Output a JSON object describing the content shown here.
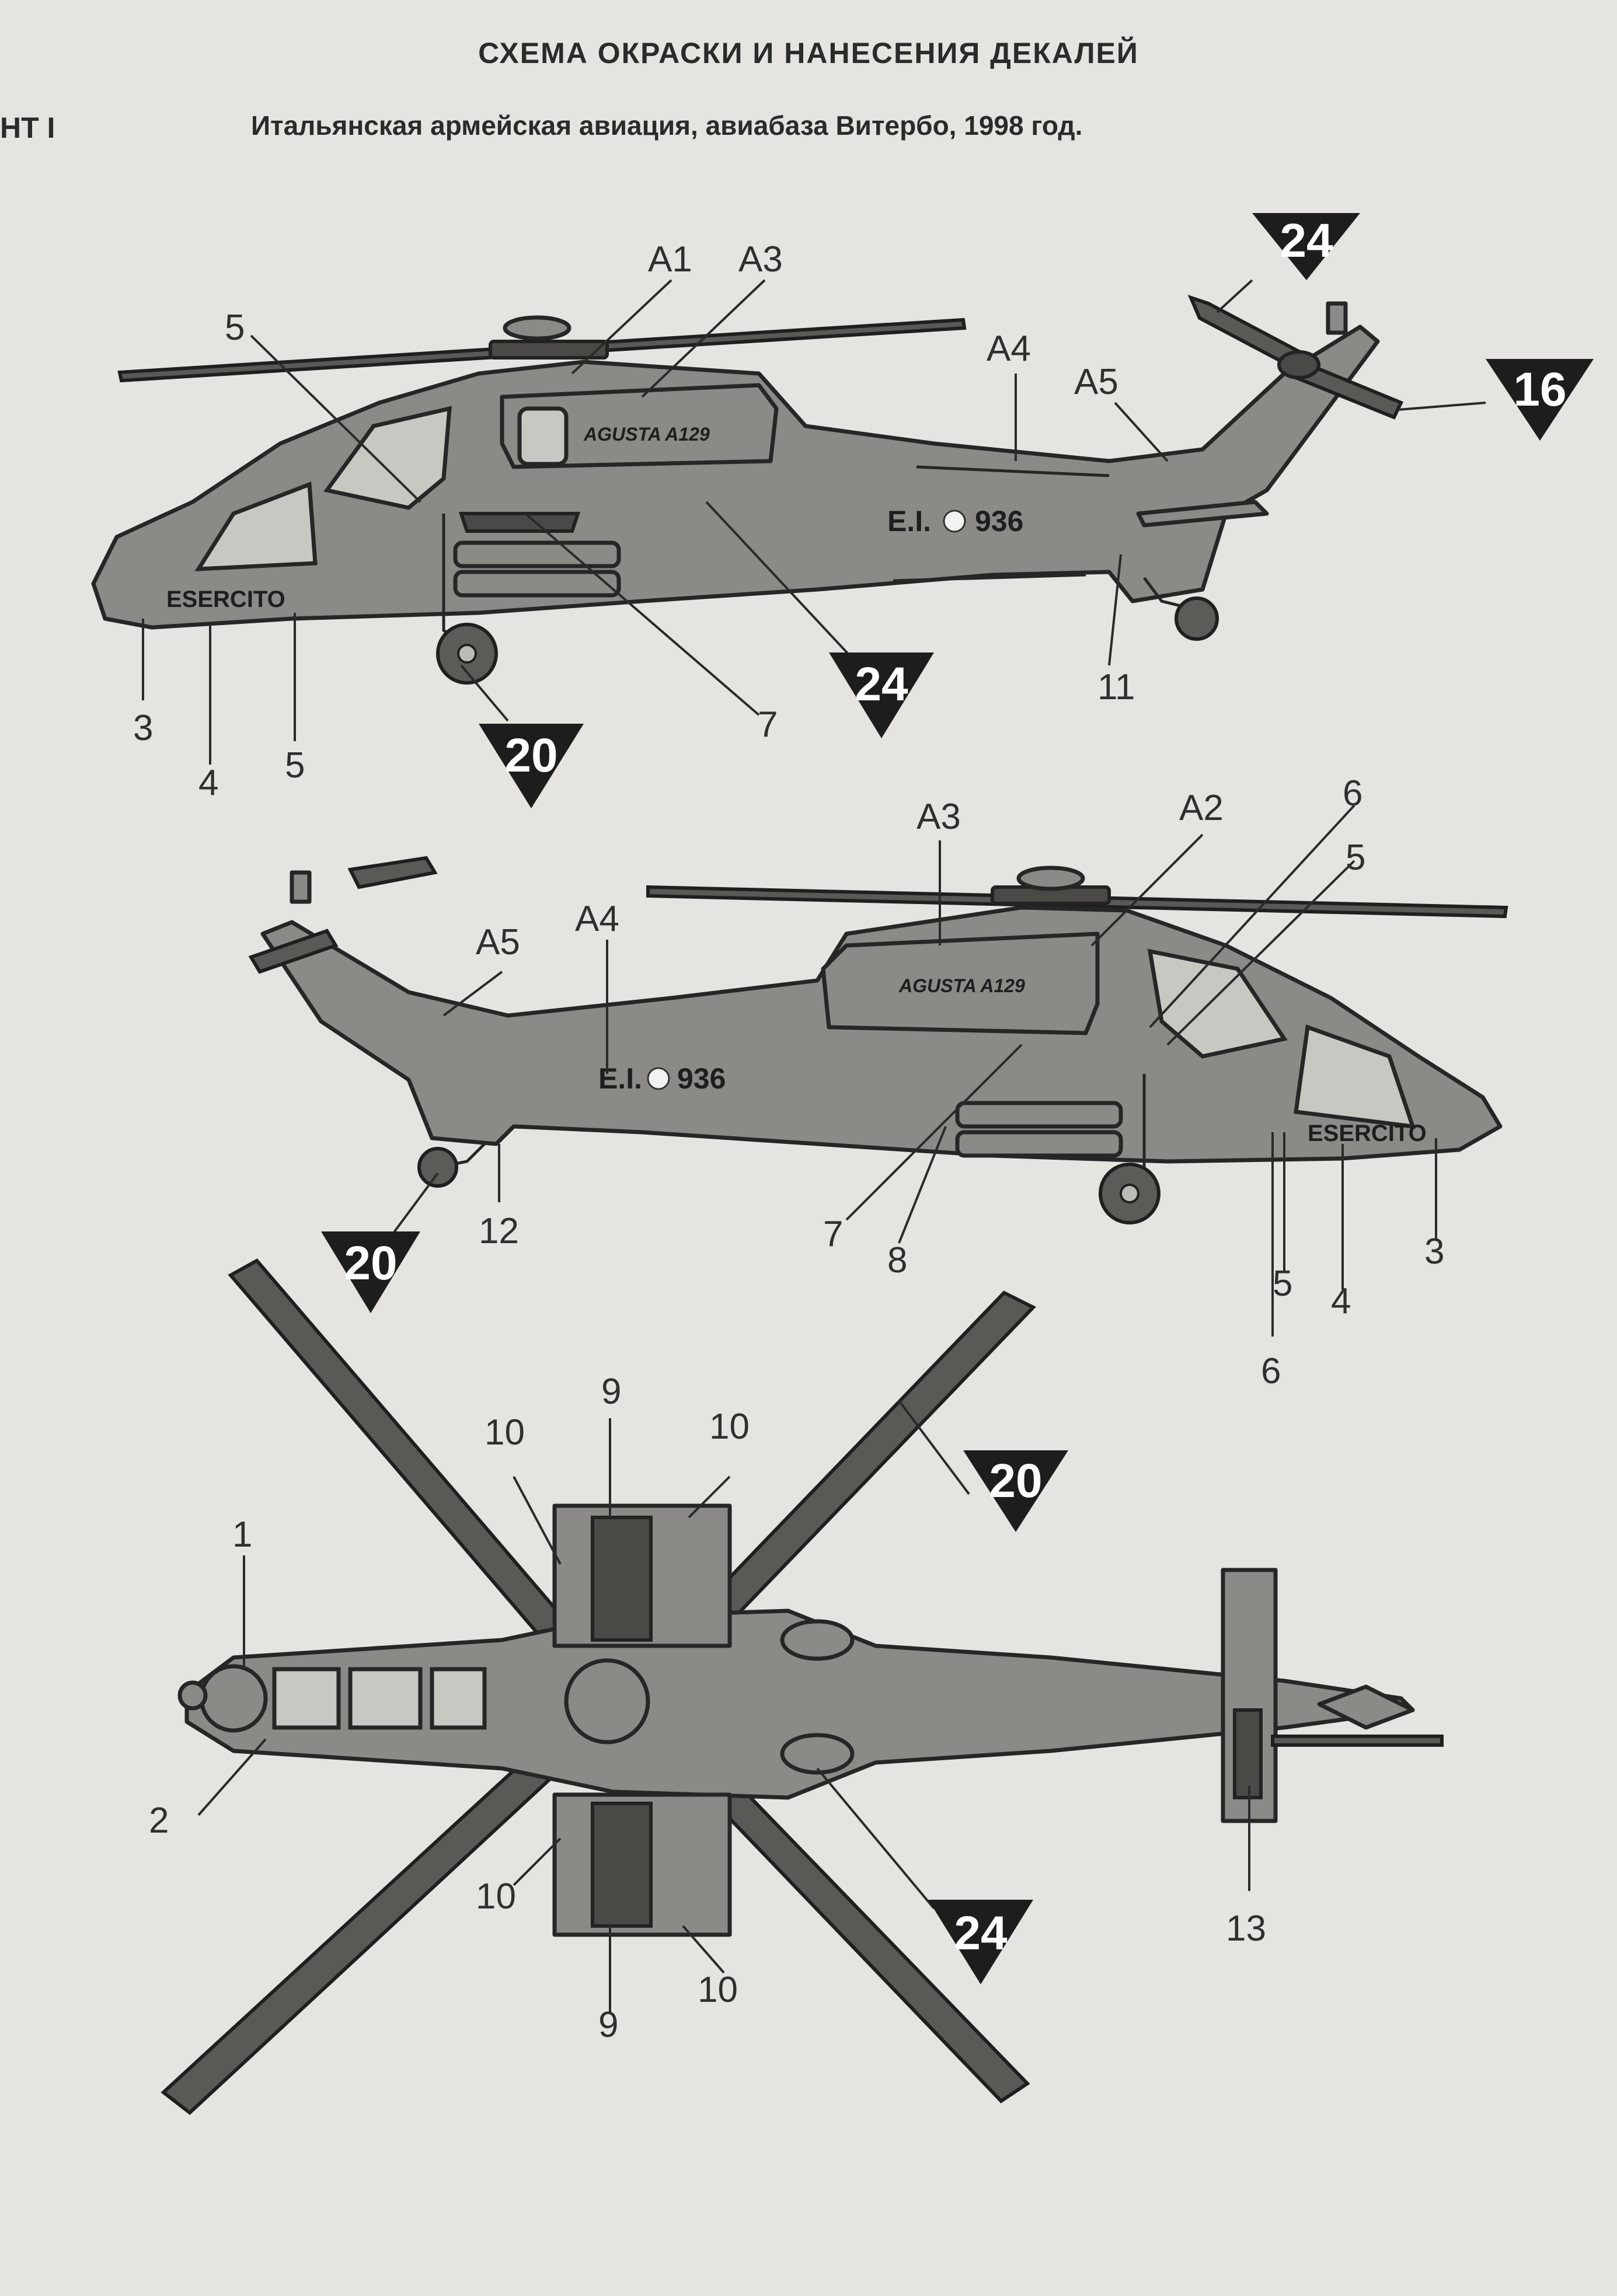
{
  "header": {
    "title": "СХЕМА ОКРАСКИ И НАНЕСЕНИЯ ДЕКАЛЕЙ",
    "variant": "НТ I",
    "subtitle": "Итальянская армейская авиация, авиабаза Витербо, 1998 год."
  },
  "decals": {
    "esercito": "ESERCITO",
    "serial_prefix": "E.I.",
    "serial_number": "936",
    "agusta_logo": "AGUSTA A129"
  },
  "side_view_left": {
    "callouts": [
      "A1",
      "A3",
      "A4",
      "A5",
      "5",
      "3",
      "4",
      "5",
      "7",
      "11"
    ],
    "color_markers": [
      "24",
      "16",
      "24",
      "20"
    ]
  },
  "side_view_right": {
    "callouts": [
      "A3",
      "A2",
      "6",
      "5",
      "A4",
      "A5",
      "12",
      "7",
      "8",
      "5",
      "4",
      "3",
      "6"
    ],
    "color_markers": [
      "20"
    ]
  },
  "top_view": {
    "callouts": [
      "9",
      "10",
      "10",
      "1",
      "2",
      "10",
      "10",
      "9",
      "13"
    ],
    "color_markers": [
      "20",
      "24"
    ]
  }
}
